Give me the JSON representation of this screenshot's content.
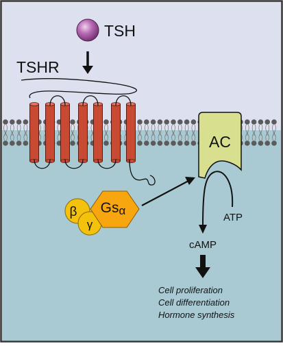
{
  "labels": {
    "ligand": "TSH",
    "receptor": "TSHR",
    "enzyme": "AC",
    "beta": "β",
    "gamma": "γ",
    "gs": "Gs",
    "alpha": "α",
    "substrate": "ATP",
    "product": "cAMP"
  },
  "outcomes": [
    "Cell proliferation",
    "Cell differentiation",
    "Hormone synthesis"
  ],
  "colors": {
    "extracellular": "#dde1ef",
    "intracellular": "#a9cad3",
    "helix": "#c94a33",
    "ac": "#d8e08f",
    "g_protein": "#f4c20d",
    "ligand": "#a558a4",
    "lipid_head": "#5b5b5b"
  }
}
